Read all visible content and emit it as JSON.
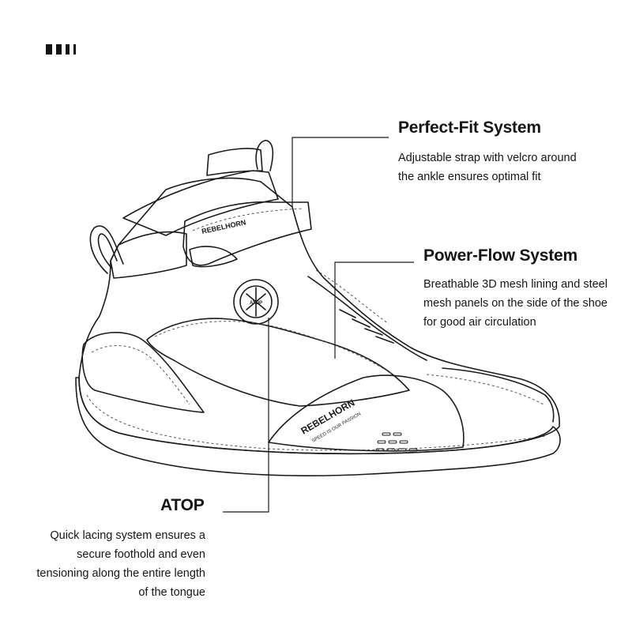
{
  "callouts": {
    "perfect_fit": {
      "title": "Perfect-Fit System",
      "text": "Adjustable strap with velcro around the ankle ensures optimal fit"
    },
    "power_flow": {
      "title": "Power-Flow System",
      "text": "Breathable 3D mesh lining and steel mesh panels on the side of the shoe for good air circulation"
    },
    "atop": {
      "title": "ATOP",
      "text": "Quick lacing system ensures a secure foothold and even tensioning along the entire length of the tongue"
    }
  },
  "shoe": {
    "strap_brand": "REBELHORN",
    "side_brand": "REBELHORN",
    "side_slogan": "SPEED IS OUR PASSION",
    "dial_label": "ATOP"
  },
  "colors": {
    "mesh": "#9aa6b3",
    "strap": "#8d9aa9",
    "outline": "#1b1b1b"
  }
}
